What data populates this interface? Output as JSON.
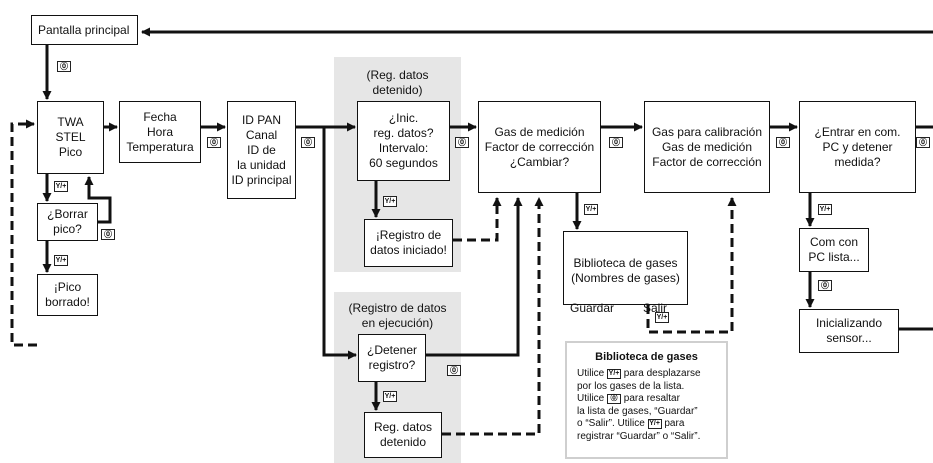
{
  "keys": {
    "on_off": "⓪",
    "yes": "Y/+"
  },
  "boxes": {
    "pantalla": "Pantalla principal",
    "twa": "TWA\nSTEL\nPico",
    "borrar": "¿Borrar\npico?",
    "borrado": "¡Pico\nborrado!",
    "fecha": "Fecha\nHora\nTemperatura",
    "id": "ID PAN\nCanal\nID de\nla unidad\nID principal",
    "inic": "¿Inic.\nreg. datos?\nIntervalo:\n60 segundos",
    "iniciado": "¡Registro de\ndatos iniciado!",
    "gas_medicion": "Gas de medición\nFactor de corrección\n¿Cambiar?",
    "detener": "¿Detener\nregistro?",
    "detenido": "Reg. datos\ndetenido",
    "gas_calibracion": "Gas para calibración\nGas de medición\nFactor de corrección",
    "biblioteca": "Biblioteca de gases\n(Nombres de gases)",
    "biblioteca_guardar": "Guardar",
    "biblioteca_salir": "Salir",
    "entrar_pc": "¿Entrar en com.\nPC y detener\nmedida?",
    "com_pc": "Com con\nPC lista...",
    "inicializando": "Inicializando\nsensor..."
  },
  "section_labels": {
    "reg_detenido": "(Reg. datos\ndetenido)",
    "reg_ejecucion": "(Registro de datos\nen ejecución)"
  },
  "info_box": {
    "title": "Biblioteca de gases",
    "l1a": "Utilice",
    "l1b": "para desplazarse",
    "l2": "por los gases de la lista.",
    "l3a": "Utilice",
    "l3b": "para resaltar",
    "l4": "la lista de gases, “Guardar”",
    "l5a": "o “Salir”. Utilice",
    "l5b": "para",
    "l6": "registrar “Guardar” o “Salir”."
  }
}
